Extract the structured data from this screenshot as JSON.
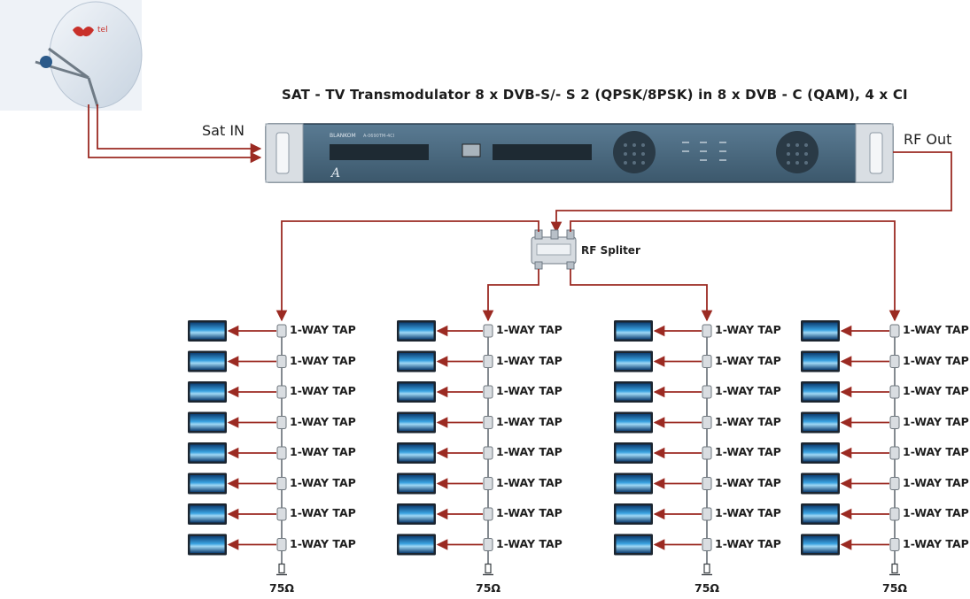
{
  "title": "SAT - TV  Transmodulator  8 x DVB-S/- S 2 (QPSK/8PSK) in 8 x DVB - C (QAM), 4 x CI",
  "labels": {
    "sat_in": "Sat IN",
    "rf_out": "RF Out",
    "rf_splitter": "RF Spliter",
    "dish_brand": "tel"
  },
  "device": {
    "brand": "BLANKOM",
    "model": "A-0690TM-4CI"
  },
  "branches": [
    {
      "taps": [
        "1-WAY TAP",
        "1-WAY TAP",
        "1-WAY TAP",
        "1-WAY TAP",
        "1-WAY TAP",
        "1-WAY TAP",
        "1-WAY TAP",
        "1-WAY TAP"
      ],
      "termination": "75Ω"
    },
    {
      "taps": [
        "1-WAY TAP",
        "1-WAY TAP",
        "1-WAY TAP",
        "1-WAY TAP",
        "1-WAY TAP",
        "1-WAY TAP",
        "1-WAY TAP",
        "1-WAY TAP"
      ],
      "termination": "75Ω"
    },
    {
      "taps": [
        "1-WAY TAP",
        "1-WAY TAP",
        "1-WAY TAP",
        "1-WAY TAP",
        "1-WAY TAP",
        "1-WAY TAP",
        "1-WAY TAP",
        "1-WAY TAP"
      ],
      "termination": "75Ω"
    },
    {
      "taps": [
        "1-WAY TAP",
        "1-WAY TAP",
        "1-WAY TAP",
        "1-WAY TAP",
        "1-WAY TAP",
        "1-WAY TAP",
        "1-WAY TAP",
        "1-WAY TAP"
      ],
      "termination": "75Ω"
    }
  ],
  "colors": {
    "cable": "#9b2a22",
    "device_body": "#4a6a82",
    "tv_screen": "#2f86c7"
  }
}
